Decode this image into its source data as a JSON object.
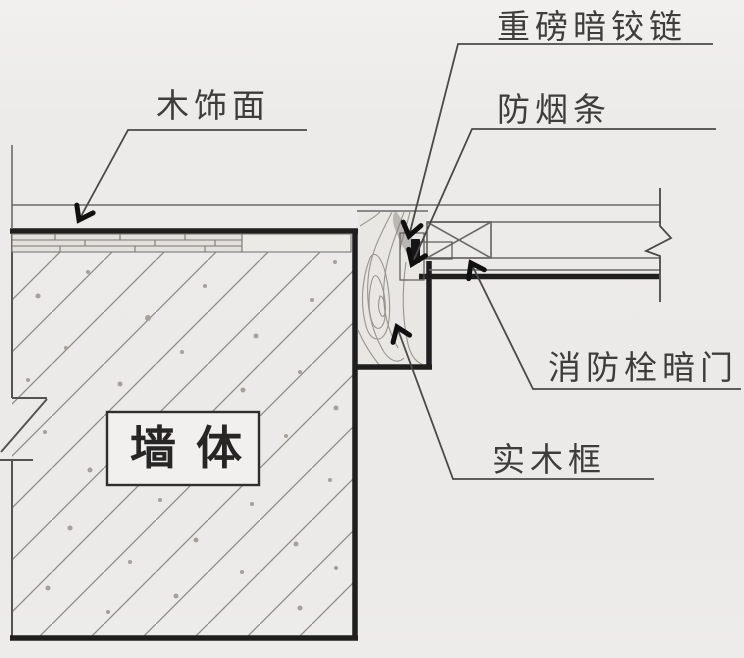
{
  "diagram": {
    "labels": {
      "wood_veneer": "木饰面",
      "heavy_hinge": "重磅暗铰链",
      "smoke_seal": "防烟条",
      "hydrant_door": "消防栓暗门",
      "wood_frame": "实木框",
      "wall": "墙体"
    },
    "colors": {
      "background": "#ECEBE9",
      "thin_line": "#6A6A68",
      "heavy_line": "#1E1E1E",
      "arrow_black": "#111111",
      "text": "#3E3D3B",
      "hatch": "#8D8B87",
      "veneer_fill": "#E3E1DD",
      "label_box_fill": "#F1F0EE"
    }
  }
}
